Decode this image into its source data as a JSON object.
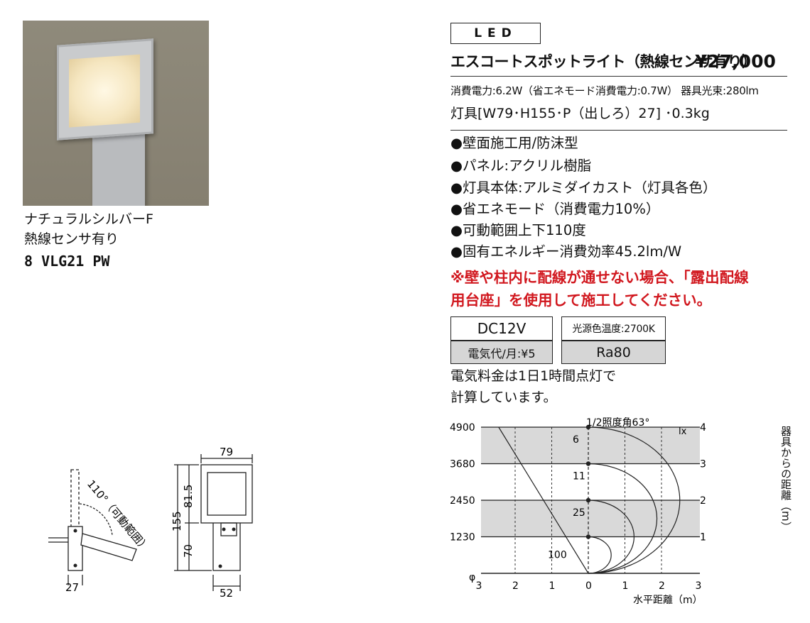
{
  "product": {
    "name_line": "ナチュラルシルバーF",
    "sensor_line": "熱線センサ有り",
    "code": "8 VLG21 PW"
  },
  "header": {
    "led_label": "LED",
    "title": "エスコートスポットライト（熱線センサ有り）",
    "price": "¥27,000"
  },
  "specs": {
    "line1": "消費電力:6.2W（省エネモード消費電力:0.7W） 器具光束:280lm",
    "line2": "灯具[W79･H155･P（出しろ）27] ･0.3kg"
  },
  "features": [
    "●壁面施工用/防沫型",
    "●パネル:アクリル樹脂",
    "●灯具本体:アルミダイカスト（灯具各色）",
    "●省エネモード（消費電力10%）",
    "●可動範囲上下110度",
    "●固有エネルギー消費効率45.2lm/W"
  ],
  "notice": {
    "line1": "※壁や柱内に配線が通せない場合、「露出配線",
    "line2": "用台座」を使用して施工してください。"
  },
  "rating_table": {
    "voltage": "DC12V",
    "color_temp": "光源色温度:2700K",
    "cost": "電気代/月:¥5",
    "ra": "Ra80"
  },
  "cost_note": {
    "line1": "電気料金は1日1時間点灯で",
    "line2": "計算しています。"
  },
  "drawings": {
    "angle_label": "110°（可動範囲）",
    "depth": "27",
    "width_top": "79",
    "height_total": "155",
    "height_upper": "81.5",
    "height_lower": "70",
    "width_bottom": "52"
  },
  "chart_data": {
    "type": "illuminance-distribution",
    "title": "1/2照度角63°",
    "y_left_ticks": [
      "4900",
      "3680",
      "2450",
      "1230"
    ],
    "y_right_ticks": [
      "4",
      "3",
      "2",
      "1"
    ],
    "y_right_unit": "lx",
    "y_right_label": "器具からの距離（m）",
    "x_ticks": [
      "3",
      "2",
      "1",
      "0",
      "1",
      "2",
      "3"
    ],
    "x_label": "水平距離（m）",
    "phi_label": "φ",
    "lux_points": [
      {
        "distance_m": 4,
        "lux": "6"
      },
      {
        "distance_m": 3,
        "lux": "11"
      },
      {
        "distance_m": 2,
        "lux": "25"
      },
      {
        "distance_m": 1,
        "lux": "100"
      }
    ],
    "colors": {
      "band": "#d9d9d9",
      "line": "#222222"
    }
  }
}
